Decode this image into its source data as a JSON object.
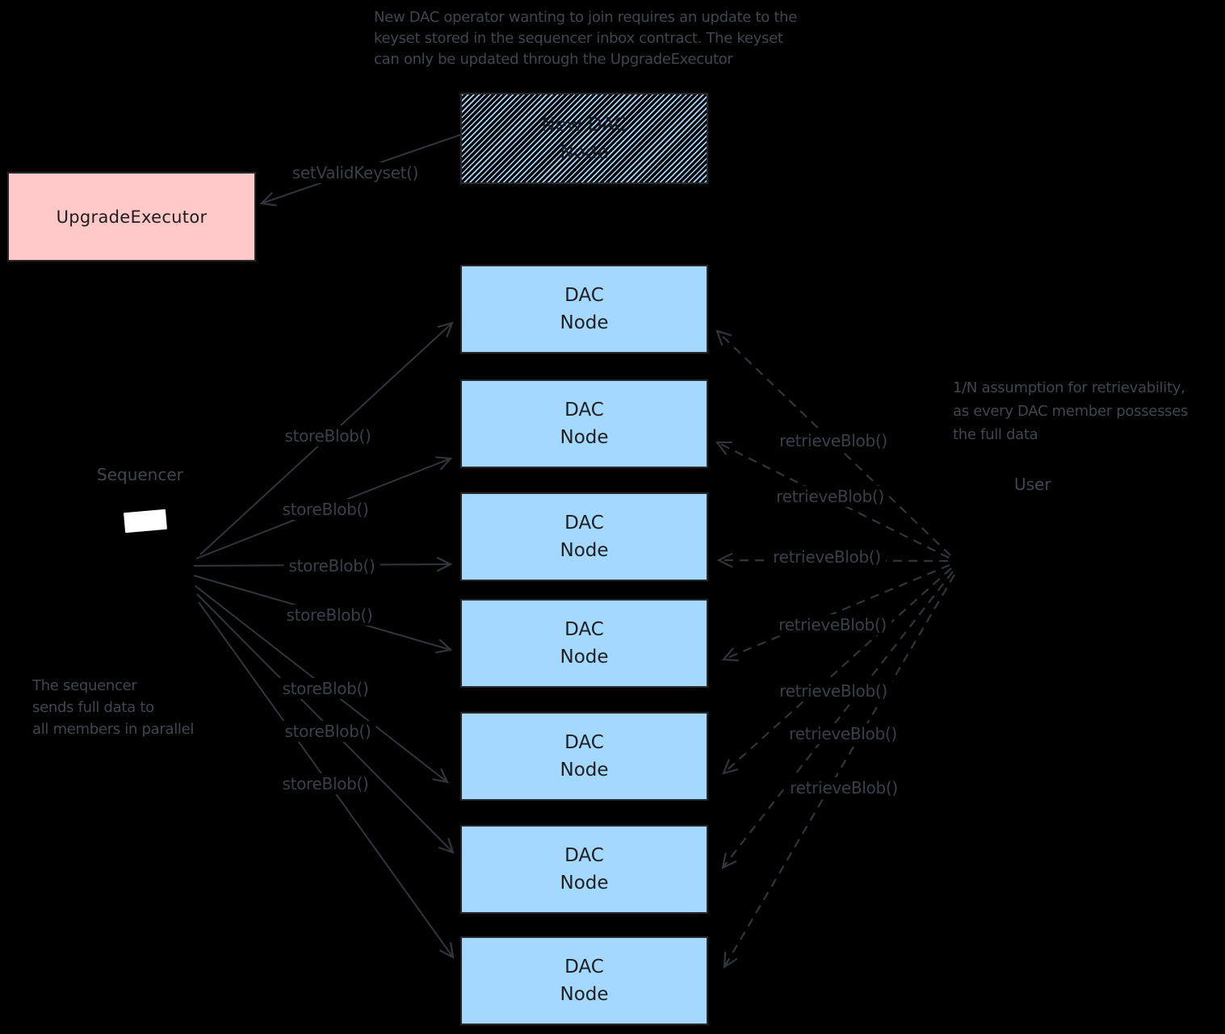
{
  "colors": {
    "background": "#000000",
    "line": "#30363c",
    "note_text": "#40464e",
    "edge_label_text": "#3a4048",
    "box_border": "#26282b",
    "box_text": "#1e1e1e",
    "dac_node_fill": "#a5d8ff",
    "upgrade_executor_fill": "#ffc9c9",
    "sequencer_box_fill": "#ffffff"
  },
  "annotations": {
    "top_note": [
      "New DAC operator wanting to join requires an update to the",
      "keyset stored in the sequencer inbox contract. The keyset",
      "can only be updated through the UpgradeExecutor"
    ],
    "left_note": [
      "The sequencer",
      "sends full data to",
      "all members in parallel"
    ],
    "right_note": [
      "1/N assumption for retrievability,",
      "as every DAC member possesses",
      "the full data"
    ]
  },
  "boxes": {
    "upgrade_executor": {
      "label": "UpgradeExecutor"
    },
    "new_dac_node": {
      "line1": "New DAC",
      "line2": "Node"
    },
    "dac_nodes": [
      {
        "line1": "DAC",
        "line2": "Node"
      },
      {
        "line1": "DAC",
        "line2": "Node"
      },
      {
        "line1": "DAC",
        "line2": "Node"
      },
      {
        "line1": "DAC",
        "line2": "Node"
      },
      {
        "line1": "DAC",
        "line2": "Node"
      },
      {
        "line1": "DAC",
        "line2": "Node"
      },
      {
        "line1": "DAC",
        "line2": "Node"
      }
    ]
  },
  "labels": {
    "sequencer": "Sequencer",
    "user": "User",
    "set_valid_keyset": "setValidKeyset()",
    "store_blob": [
      "storeBlob()",
      "storeBlob()",
      "storeBlob()",
      "storeBlob()",
      "storeBlob()",
      "storeBlob()",
      "storeBlob()"
    ],
    "retrieve_blob": [
      "retrieveBlob()",
      "retrieveBlob()",
      "retrieveBlob()",
      "retrieveBlob()",
      "retrieveBlob()",
      "retrieveBlob()",
      "retrieveBlob()"
    ]
  }
}
